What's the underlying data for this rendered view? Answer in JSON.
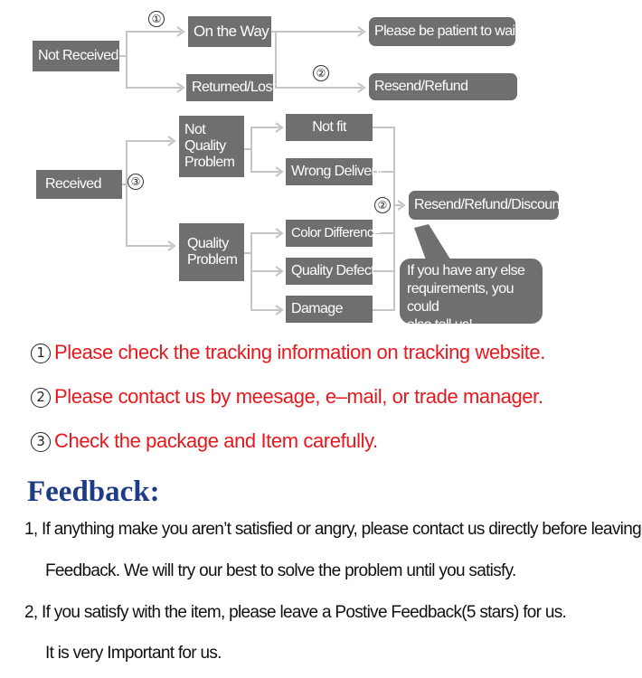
{
  "flow": {
    "not_received": "Not Received",
    "on_the_way": "On the Way",
    "returned_lost": "Returned/Lost",
    "be_patient": "Please be patient to wait",
    "resend_refund": "Resend/Refund",
    "received": "Received",
    "not_quality_problem": "Not\nQuality\nProblem",
    "quality_problem": "Quality\nProblem",
    "not_fit": "Not fit",
    "wrong_delivery": "Wrong Delivery",
    "color_difference": "Color Difference",
    "quality_defect": "Quality Defect",
    "damage": "Damage",
    "resend_refund_discount": "Resend/Refund/Discount",
    "requirements": "If you have any else\nrequirements, you could\nalso tell us!",
    "marker_1": "①",
    "marker_2": "②",
    "marker_3": "③"
  },
  "notes": [
    {
      "num": "1",
      "text": "Please check the tracking information on tracking website."
    },
    {
      "num": "2",
      "text": "Please contact us by meesage, e–mail, or trade manager."
    },
    {
      "num": "3",
      "text": "Check the package and Item carefully."
    }
  ],
  "feedback": {
    "title": "Feedback:",
    "line1": "1, If anything make you aren’t satisfied or angry, please contact us directly before leaving",
    "line2": "Feedback. We will try our best to solve the problem until you satisfy.",
    "line3": "2, If you satisfy with the item, please leave a Postive Feedback(5 stars) for us.",
    "line4": "It is very Important for us."
  },
  "colors": {
    "box": "#6f6f6f",
    "connector": "#c4c4c4",
    "note_text": "#e8171c",
    "feedback_title": "#1e3b86"
  }
}
